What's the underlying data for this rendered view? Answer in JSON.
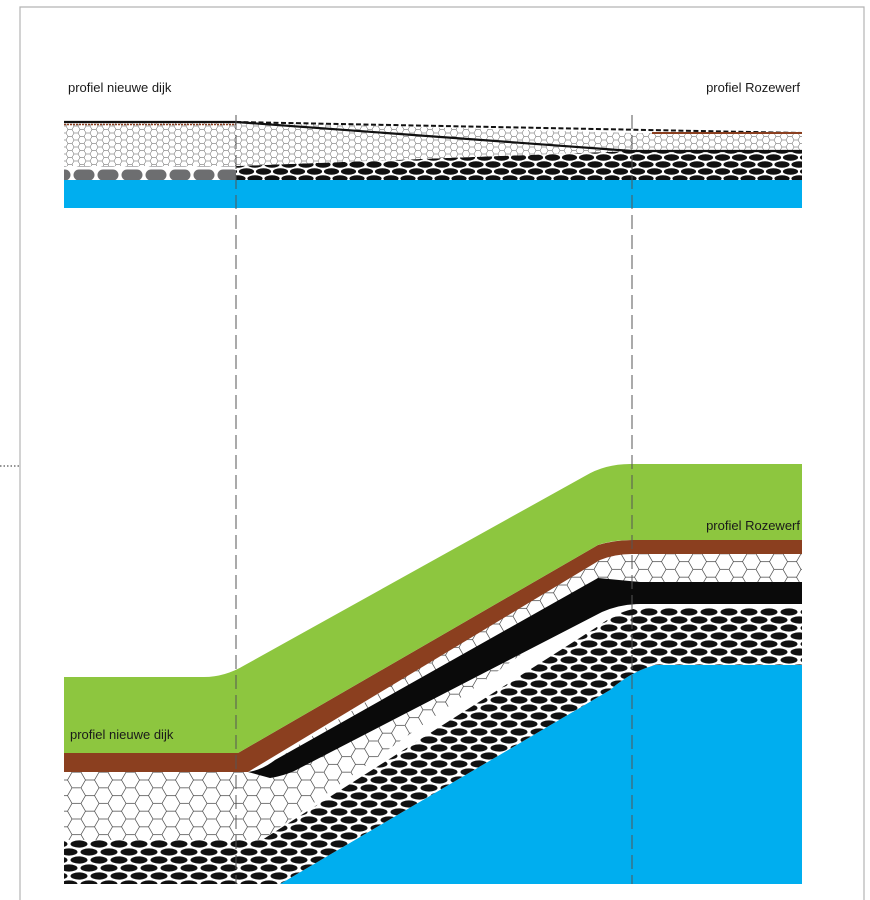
{
  "top_profile": {
    "label_left": "profiel nieuwe dijk",
    "label_right": "profiel Rozewerf"
  },
  "bottom_profile": {
    "label_left": "profiel nieuwe dijk",
    "label_right": "profiel Rozewerf"
  },
  "colors": {
    "grass": "#8dc63f",
    "clay": "#8b3f1f",
    "asphalt": "#0a0a0a",
    "water": "#00aeef",
    "stone": "#111111",
    "grey_stone": "#6d6e70",
    "border": "#b3b3b3",
    "guide": "#555555"
  }
}
